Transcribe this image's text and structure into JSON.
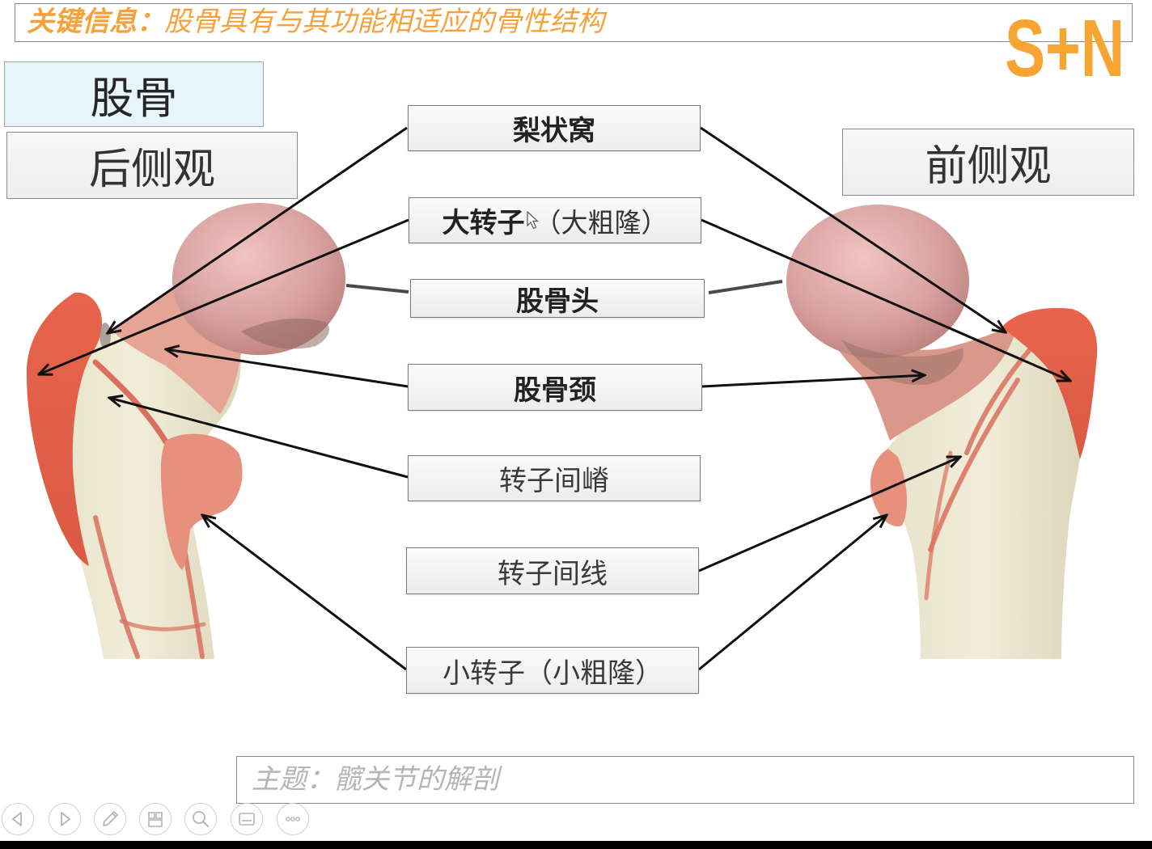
{
  "header": {
    "key_label": "关键信息：",
    "key_text": "股骨具有与其功能相适应的骨性结构"
  },
  "logo": {
    "text": "S+N"
  },
  "title": "股骨",
  "views": {
    "posterior": "后侧观",
    "anterior": "前侧观"
  },
  "labels": {
    "piriform_fossa": "梨状窝",
    "greater_trochanter": "大转子",
    "greater_trochanter_alias": "（大粗隆）",
    "femoral_head": "股骨头",
    "femoral_neck": "股骨颈",
    "intertrochanteric_crest": "转子间嵴",
    "intertrochanteric_line": "转子间线",
    "lesser_trochanter": "小转子（小粗隆）"
  },
  "footer": {
    "topic": "主题：髋关节的解剖"
  },
  "toolbar": {
    "icons": [
      "previous-slide-icon",
      "next-slide-icon",
      "pen-icon",
      "slide-sorter-icon",
      "zoom-icon",
      "subtitles-icon",
      "more-options-icon"
    ]
  },
  "colors": {
    "accent": "#f5a23c",
    "bone_cream": "#ece7cf",
    "bone_pink": "#dba4a2",
    "muscle_red": "#e2624c",
    "label_border": "#7a7a7a",
    "footer_text": "#b5b5b5"
  }
}
